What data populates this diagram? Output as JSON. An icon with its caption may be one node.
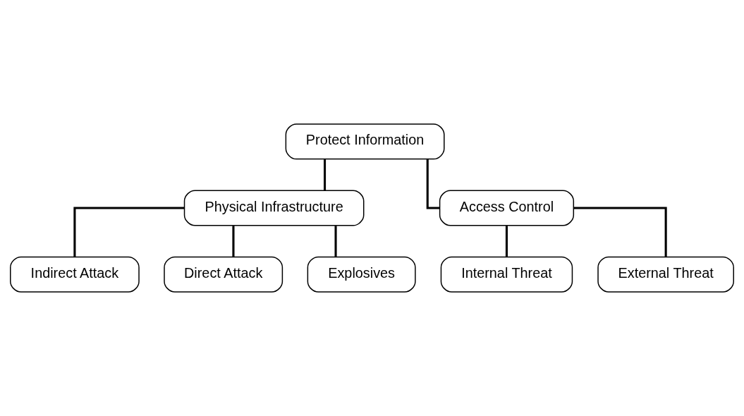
{
  "diagram": {
    "nodes": [
      {
        "text": [
          "Protect Information"
        ]
      },
      {
        "text": [
          "Physical Infrastructure"
        ]
      },
      {
        "text": [
          "Access Control"
        ]
      },
      {
        "text": [
          "Indirect Attack"
        ]
      },
      {
        "text": [
          "Direct Attack"
        ]
      },
      {
        "text": [
          "Explosives"
        ]
      },
      {
        "text": [
          "Internal Threat"
        ]
      },
      {
        "text": [
          "External Threat"
        ]
      }
    ],
    "edges": [
      {
        "from": 0,
        "to": 1,
        "arrow": "none"
      },
      {
        "from": 0,
        "to": 2,
        "arrow": "none"
      },
      {
        "from": 1,
        "to": 3,
        "arrow": "none"
      },
      {
        "from": 1,
        "to": 4,
        "arrow": "none"
      },
      {
        "from": 1,
        "to": 5,
        "arrow": "none"
      },
      {
        "from": 2,
        "to": 6,
        "arrow": "none"
      },
      {
        "from": 2,
        "to": 7,
        "arrow": "none"
      }
    ]
  }
}
